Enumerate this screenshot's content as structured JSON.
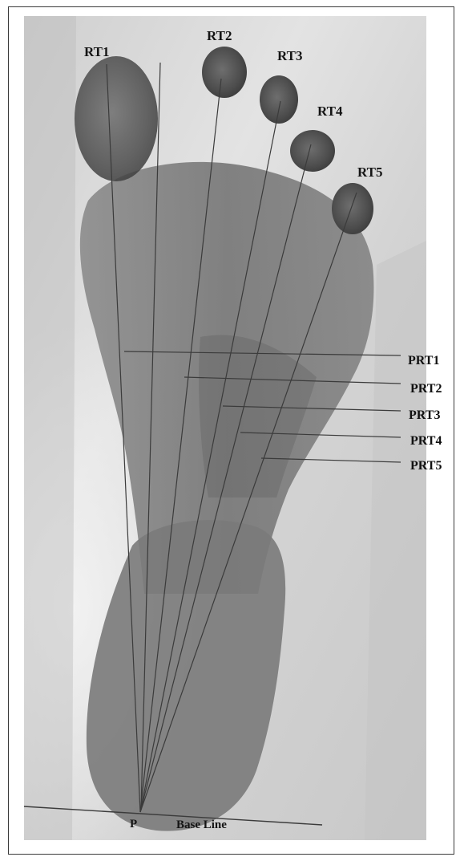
{
  "figure": {
    "toe_labels": [
      "RT1",
      "RT2",
      "RT3",
      "RT4",
      "RT5"
    ],
    "perpendicular_labels": [
      "PRT1",
      "PRT2",
      "PRT3",
      "PRT4",
      "PRT5"
    ],
    "origin_label": "P",
    "baseline_label": "Base Line"
  },
  "colors": {
    "background_paper": "#d9d9d9",
    "footprint_ink": "#6f6f6f",
    "toe_ink": "#4a4a4a",
    "line_color": "#3b3b3b",
    "label_color": "#151515"
  }
}
